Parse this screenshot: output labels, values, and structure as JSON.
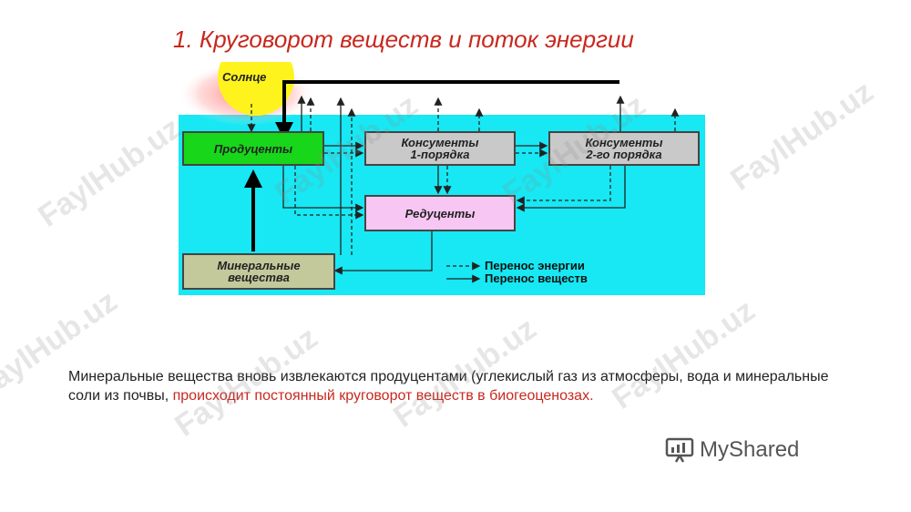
{
  "title": "1. Круговорот веществ и поток энергии",
  "diagram": {
    "sun": "Солнце",
    "producers": "Продуценты",
    "consumers1": "Консументы\n1-порядка",
    "consumers2": "Консументы\n2-го порядка",
    "reducers": "Редуценты",
    "minerals": "Минеральные\nвещества",
    "legend_energy": "Перенос энергии",
    "legend_matter": "Перенос веществ"
  },
  "body": {
    "text_part1": "Минеральные вещества вновь извлекаются продуцентами (углекислый газ из атмосферы, вода и минеральные соли из почвы, ",
    "text_highlight": "происходит постоянный круговорот веществ в биогеоценозах."
  },
  "watermark": "FaylHub.uz",
  "brand": "MyShared",
  "colors": {
    "title": "#c8281e",
    "water": "#17e8f3",
    "producers": "#18d61a",
    "consumers": "#c9c9c9",
    "reducers": "#f7c6f2",
    "minerals": "#c4c99c",
    "sun": "#fff31e"
  }
}
